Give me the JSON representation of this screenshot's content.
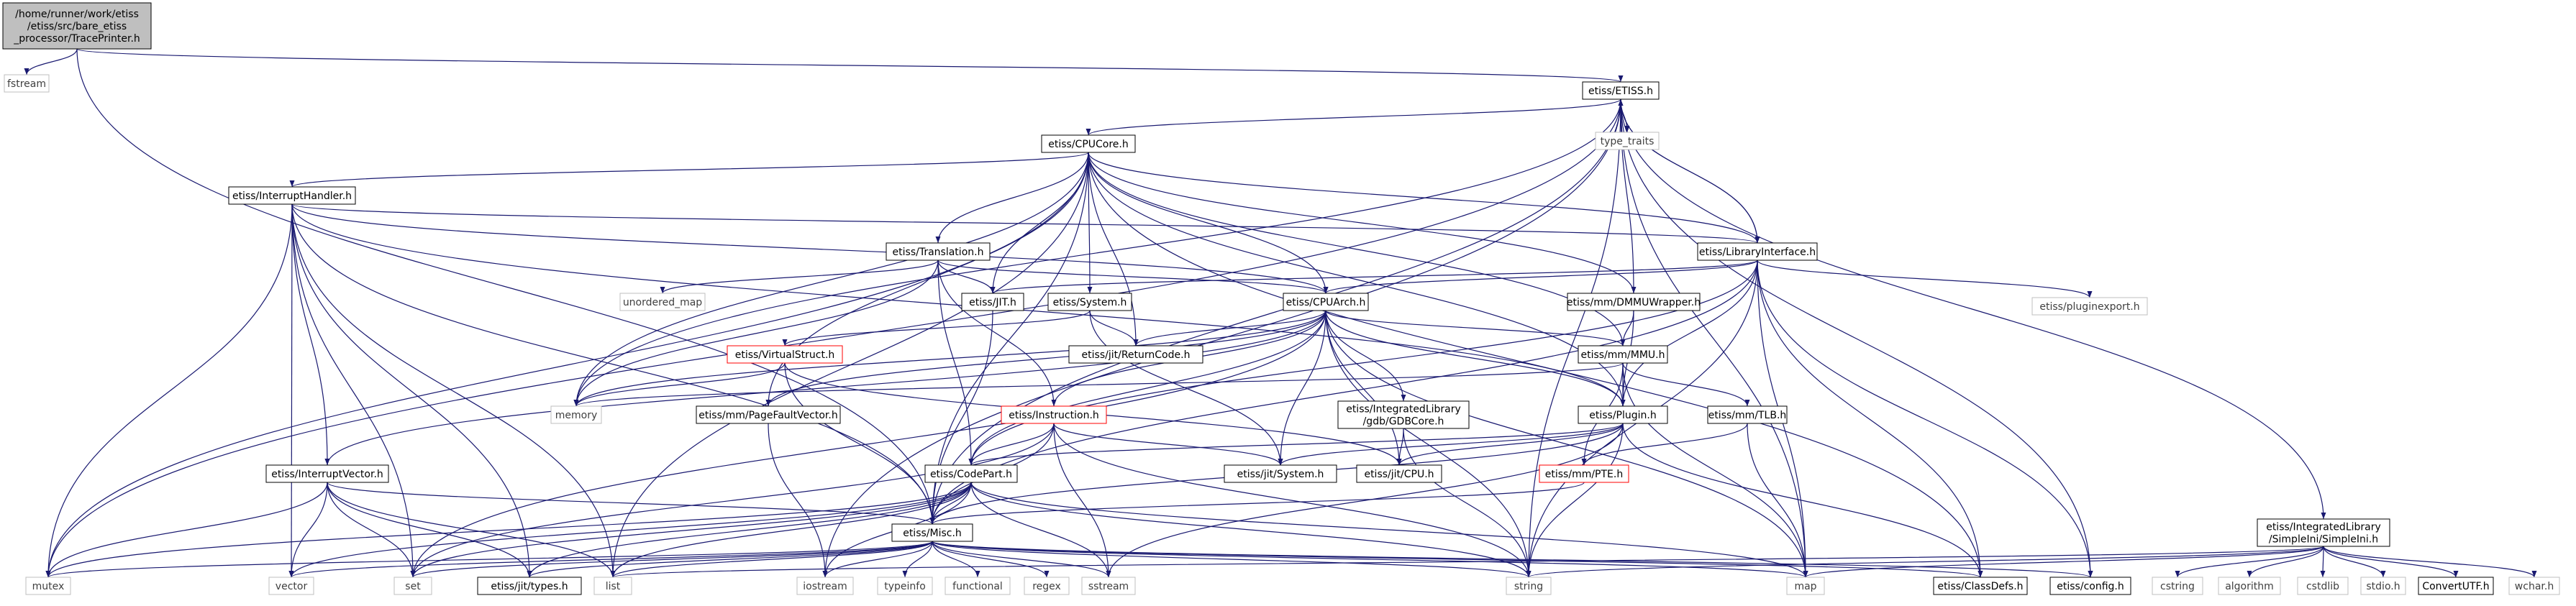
{
  "nodes": [
    {
      "id": "root",
      "label": [
        "/home/runner/work/etiss",
        "/etiss/src/bare_etiss",
        "_processor/TracePrinter.h"
      ],
      "style": "root"
    },
    {
      "id": "fstream",
      "label": [
        "fstream"
      ],
      "style": "gray"
    },
    {
      "id": "etiss_h",
      "label": [
        "etiss/ETISS.h"
      ],
      "style": "normal"
    },
    {
      "id": "type_traits",
      "label": [
        "type_traits"
      ],
      "style": "gray"
    },
    {
      "id": "cpucore",
      "label": [
        "etiss/CPUCore.h"
      ],
      "style": "normal"
    },
    {
      "id": "interrupthandler",
      "label": [
        "etiss/InterruptHandler.h"
      ],
      "style": "normal"
    },
    {
      "id": "libinterface",
      "label": [
        "etiss/LibraryInterface.h"
      ],
      "style": "normal"
    },
    {
      "id": "translation",
      "label": [
        "etiss/Translation.h"
      ],
      "style": "normal"
    },
    {
      "id": "unordered_map",
      "label": [
        "unordered_map"
      ],
      "style": "gray"
    },
    {
      "id": "jit",
      "label": [
        "etiss/JIT.h"
      ],
      "style": "normal"
    },
    {
      "id": "system",
      "label": [
        "etiss/System.h"
      ],
      "style": "normal"
    },
    {
      "id": "cpuarch",
      "label": [
        "etiss/CPUArch.h"
      ],
      "style": "normal"
    },
    {
      "id": "dmmu",
      "label": [
        "etiss/mm/DMMUWrapper.h"
      ],
      "style": "normal"
    },
    {
      "id": "pluginexport",
      "label": [
        "etiss/pluginexport.h"
      ],
      "style": "gray"
    },
    {
      "id": "virtualstruct",
      "label": [
        "etiss/VirtualStruct.h"
      ],
      "style": "red"
    },
    {
      "id": "returncode",
      "label": [
        "etiss/jit/ReturnCode.h"
      ],
      "style": "normal"
    },
    {
      "id": "mmu",
      "label": [
        "etiss/mm/MMU.h"
      ],
      "style": "normal"
    },
    {
      "id": "memory",
      "label": [
        "memory"
      ],
      "style": "gray"
    },
    {
      "id": "pagefault",
      "label": [
        "etiss/mm/PageFaultVector.h"
      ],
      "style": "normal"
    },
    {
      "id": "instruction",
      "label": [
        "etiss/Instruction.h"
      ],
      "style": "red"
    },
    {
      "id": "gdbcore",
      "label": [
        "etiss/IntegratedLibrary",
        "/gdb/GDBCore.h"
      ],
      "style": "normal"
    },
    {
      "id": "plugin",
      "label": [
        "etiss/Plugin.h"
      ],
      "style": "normal"
    },
    {
      "id": "tlb",
      "label": [
        "etiss/mm/TLB.h"
      ],
      "style": "normal"
    },
    {
      "id": "interruptvector",
      "label": [
        "etiss/InterruptVector.h"
      ],
      "style": "normal"
    },
    {
      "id": "codepart",
      "label": [
        "etiss/CodePart.h"
      ],
      "style": "normal"
    },
    {
      "id": "jitsystem",
      "label": [
        "etiss/jit/System.h"
      ],
      "style": "normal"
    },
    {
      "id": "jitcpu",
      "label": [
        "etiss/jit/CPU.h"
      ],
      "style": "normal"
    },
    {
      "id": "pte",
      "label": [
        "etiss/mm/PTE.h"
      ],
      "style": "red"
    },
    {
      "id": "simpleini",
      "label": [
        "etiss/IntegratedLibrary",
        "/SimpleIni/SimpleIni.h"
      ],
      "style": "normal"
    },
    {
      "id": "misc",
      "label": [
        "etiss/Misc.h"
      ],
      "style": "normal"
    },
    {
      "id": "mutex",
      "label": [
        "mutex"
      ],
      "style": "gray"
    },
    {
      "id": "vector",
      "label": [
        "vector"
      ],
      "style": "gray"
    },
    {
      "id": "set",
      "label": [
        "set"
      ],
      "style": "gray"
    },
    {
      "id": "jittypes",
      "label": [
        "etiss/jit/types.h"
      ],
      "style": "normal"
    },
    {
      "id": "list",
      "label": [
        "list"
      ],
      "style": "gray"
    },
    {
      "id": "iostream",
      "label": [
        "iostream"
      ],
      "style": "gray"
    },
    {
      "id": "typeinfo",
      "label": [
        "typeinfo"
      ],
      "style": "gray"
    },
    {
      "id": "functional",
      "label": [
        "functional"
      ],
      "style": "gray"
    },
    {
      "id": "regex",
      "label": [
        "regex"
      ],
      "style": "gray"
    },
    {
      "id": "sstream",
      "label": [
        "sstream"
      ],
      "style": "gray"
    },
    {
      "id": "string",
      "label": [
        "string"
      ],
      "style": "gray"
    },
    {
      "id": "map",
      "label": [
        "map"
      ],
      "style": "gray"
    },
    {
      "id": "classdefs",
      "label": [
        "etiss/ClassDefs.h"
      ],
      "style": "normal"
    },
    {
      "id": "config",
      "label": [
        "etiss/config.h"
      ],
      "style": "normal"
    },
    {
      "id": "cstring",
      "label": [
        "cstring"
      ],
      "style": "gray"
    },
    {
      "id": "algorithm",
      "label": [
        "algorithm"
      ],
      "style": "gray"
    },
    {
      "id": "cstdlib",
      "label": [
        "cstdlib"
      ],
      "style": "gray"
    },
    {
      "id": "stdio",
      "label": [
        "stdio.h"
      ],
      "style": "gray"
    },
    {
      "id": "convertutf",
      "label": [
        "ConvertUTF.h"
      ],
      "style": "normal"
    },
    {
      "id": "wchar",
      "label": [
        "wchar.h"
      ],
      "style": "gray"
    }
  ],
  "edges": [
    [
      "root",
      "fstream"
    ],
    [
      "root",
      "etiss_h"
    ],
    [
      "root",
      "misc"
    ],
    [
      "etiss_h",
      "type_traits"
    ],
    [
      "etiss_h",
      "cpucore"
    ],
    [
      "etiss_h",
      "libinterface"
    ],
    [
      "etiss_h",
      "simpleini"
    ],
    [
      "etiss_h",
      "mutex"
    ],
    [
      "etiss_h",
      "memory"
    ],
    [
      "etiss_h",
      "string"
    ],
    [
      "etiss_h",
      "map"
    ],
    [
      "etiss_h",
      "config"
    ],
    [
      "etiss_h",
      "misc"
    ],
    [
      "etiss_h",
      "iostream"
    ],
    [
      "cpucore",
      "interrupthandler"
    ],
    [
      "cpucore",
      "translation"
    ],
    [
      "cpucore",
      "jit"
    ],
    [
      "cpucore",
      "system"
    ],
    [
      "cpucore",
      "cpuarch"
    ],
    [
      "cpucore",
      "dmmu"
    ],
    [
      "cpucore",
      "libinterface"
    ],
    [
      "cpucore",
      "returncode"
    ],
    [
      "cpucore",
      "mmu"
    ],
    [
      "cpucore",
      "plugin"
    ],
    [
      "cpucore",
      "pagefault"
    ],
    [
      "cpucore",
      "classdefs"
    ],
    [
      "cpucore",
      "misc"
    ],
    [
      "cpucore",
      "mutex"
    ],
    [
      "cpucore",
      "list"
    ],
    [
      "cpucore",
      "memory"
    ],
    [
      "interrupthandler",
      "interruptvector"
    ],
    [
      "interrupthandler",
      "libinterface"
    ],
    [
      "interrupthandler",
      "cpuarch"
    ],
    [
      "interrupthandler",
      "plugin"
    ],
    [
      "interrupthandler",
      "mutex"
    ],
    [
      "interrupthandler",
      "vector"
    ],
    [
      "interrupthandler",
      "set"
    ],
    [
      "interrupthandler",
      "list"
    ],
    [
      "interrupthandler",
      "jittypes"
    ],
    [
      "interrupthandler",
      "misc"
    ],
    [
      "libinterface",
      "cpuarch"
    ],
    [
      "libinterface",
      "jit"
    ],
    [
      "libinterface",
      "plugin"
    ],
    [
      "libinterface",
      "pluginexport"
    ],
    [
      "libinterface",
      "classdefs"
    ],
    [
      "libinterface",
      "config"
    ],
    [
      "libinterface",
      "string"
    ],
    [
      "libinterface",
      "map"
    ],
    [
      "libinterface",
      "misc"
    ],
    [
      "libinterface",
      "codepart"
    ],
    [
      "libinterface",
      "etiss_h"
    ],
    [
      "translation",
      "cpuarch"
    ],
    [
      "translation",
      "jit"
    ],
    [
      "translation",
      "unordered_map"
    ],
    [
      "translation",
      "codepart"
    ],
    [
      "translation",
      "instruction"
    ],
    [
      "translation",
      "memory"
    ],
    [
      "jit",
      "misc"
    ],
    [
      "system",
      "returncode"
    ],
    [
      "system",
      "jitsystem"
    ],
    [
      "system",
      "virtualstruct"
    ],
    [
      "cpuarch",
      "returncode"
    ],
    [
      "cpuarch",
      "mmu"
    ],
    [
      "cpuarch",
      "plugin"
    ],
    [
      "cpuarch",
      "gdbcore"
    ],
    [
      "cpuarch",
      "instruction"
    ],
    [
      "cpuarch",
      "interruptvector"
    ],
    [
      "cpuarch",
      "pagefault"
    ],
    [
      "cpuarch",
      "jitsystem"
    ],
    [
      "cpuarch",
      "jitcpu"
    ],
    [
      "cpuarch",
      "string"
    ],
    [
      "cpuarch",
      "map"
    ],
    [
      "cpuarch",
      "set"
    ],
    [
      "cpuarch",
      "memory"
    ],
    [
      "cpuarch",
      "codepart"
    ],
    [
      "dmmu",
      "mmu"
    ],
    [
      "dmmu",
      "plugin"
    ],
    [
      "dmmu",
      "etiss_h"
    ],
    [
      "virtualstruct",
      "memory"
    ],
    [
      "virtualstruct",
      "misc"
    ],
    [
      "virtualstruct",
      "jitcpu"
    ],
    [
      "mmu",
      "tlb"
    ],
    [
      "mmu",
      "pte"
    ],
    [
      "mmu",
      "plugin"
    ],
    [
      "mmu",
      "memory"
    ],
    [
      "mmu",
      "map"
    ],
    [
      "pagefault",
      "iostream"
    ],
    [
      "instruction",
      "codepart"
    ],
    [
      "instruction",
      "misc"
    ],
    [
      "instruction",
      "sstream"
    ],
    [
      "instruction",
      "set"
    ],
    [
      "instruction",
      "jitsystem"
    ],
    [
      "instruction",
      "string"
    ],
    [
      "gdbcore",
      "jitcpu"
    ],
    [
      "gdbcore",
      "string"
    ],
    [
      "plugin",
      "codepart"
    ],
    [
      "plugin",
      "jitsystem"
    ],
    [
      "plugin",
      "jitcpu"
    ],
    [
      "plugin",
      "classdefs"
    ],
    [
      "plugin",
      "string"
    ],
    [
      "plugin",
      "sstream"
    ],
    [
      "plugin",
      "misc"
    ],
    [
      "tlb",
      "pte"
    ],
    [
      "tlb",
      "map"
    ],
    [
      "pte",
      "misc"
    ],
    [
      "interruptvector",
      "misc"
    ],
    [
      "interruptvector",
      "mutex"
    ],
    [
      "interruptvector",
      "vector"
    ],
    [
      "interruptvector",
      "set"
    ],
    [
      "interruptvector",
      "list"
    ],
    [
      "interruptvector",
      "jittypes"
    ],
    [
      "codepart",
      "misc"
    ],
    [
      "codepart",
      "set"
    ],
    [
      "codepart",
      "list"
    ],
    [
      "codepart",
      "vector"
    ],
    [
      "codepart",
      "jittypes"
    ],
    [
      "codepart",
      "iostream"
    ],
    [
      "codepart",
      "sstream"
    ],
    [
      "codepart",
      "string"
    ],
    [
      "codepart",
      "map"
    ],
    [
      "codepart",
      "mutex"
    ],
    [
      "misc",
      "mutex"
    ],
    [
      "misc",
      "vector"
    ],
    [
      "misc",
      "set"
    ],
    [
      "misc",
      "jittypes"
    ],
    [
      "misc",
      "list"
    ],
    [
      "misc",
      "iostream"
    ],
    [
      "misc",
      "typeinfo"
    ],
    [
      "misc",
      "functional"
    ],
    [
      "misc",
      "regex"
    ],
    [
      "misc",
      "sstream"
    ],
    [
      "misc",
      "string"
    ],
    [
      "misc",
      "map"
    ],
    [
      "misc",
      "classdefs"
    ],
    [
      "misc",
      "config"
    ],
    [
      "simpleini",
      "string"
    ],
    [
      "simpleini",
      "map"
    ],
    [
      "simpleini",
      "list"
    ],
    [
      "simpleini",
      "cstring"
    ],
    [
      "simpleini",
      "algorithm"
    ],
    [
      "simpleini",
      "cstdlib"
    ],
    [
      "simpleini",
      "stdio"
    ],
    [
      "simpleini",
      "convertutf"
    ],
    [
      "simpleini",
      "wchar"
    ]
  ],
  "colors": {
    "edge": "#191970",
    "node_border": "#000000",
    "gray_border": "#bfbfbf",
    "red_border": "#ff0000",
    "root_fill": "#bfbfbf",
    "text": "#000000",
    "gray_text": "#404040"
  }
}
